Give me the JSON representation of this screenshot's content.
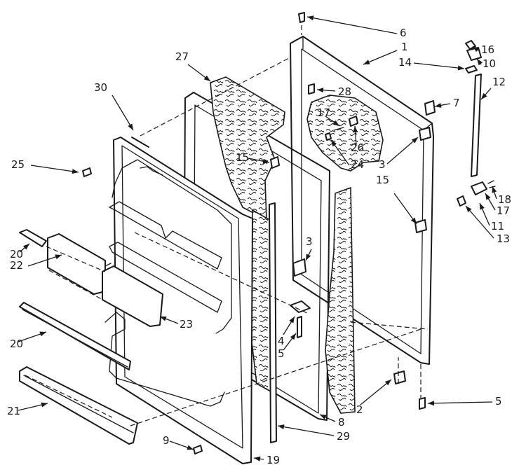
{
  "callouts": [
    {
      "id": "c1",
      "text": "1"
    },
    {
      "id": "c2",
      "text": "2"
    },
    {
      "id": "c3a",
      "text": "3"
    },
    {
      "id": "c3b",
      "text": "3"
    },
    {
      "id": "c4",
      "text": "4"
    },
    {
      "id": "c5a",
      "text": "5"
    },
    {
      "id": "c5b",
      "text": "5"
    },
    {
      "id": "c6",
      "text": "6"
    },
    {
      "id": "c7",
      "text": "7"
    },
    {
      "id": "c8",
      "text": "8"
    },
    {
      "id": "c9",
      "text": "9"
    },
    {
      "id": "c10",
      "text": "10"
    },
    {
      "id": "c11",
      "text": "11"
    },
    {
      "id": "c12",
      "text": "12"
    },
    {
      "id": "c13",
      "text": "13"
    },
    {
      "id": "c14",
      "text": "14"
    },
    {
      "id": "c15a",
      "text": "15"
    },
    {
      "id": "c15b",
      "text": "15"
    },
    {
      "id": "c16",
      "text": "16"
    },
    {
      "id": "c17a",
      "text": "17"
    },
    {
      "id": "c17b",
      "text": "17"
    },
    {
      "id": "c18",
      "text": "18"
    },
    {
      "id": "c19",
      "text": "19"
    },
    {
      "id": "c20a",
      "text": "20"
    },
    {
      "id": "c20b",
      "text": "20"
    },
    {
      "id": "c21",
      "text": "21"
    },
    {
      "id": "c22",
      "text": "22"
    },
    {
      "id": "c23",
      "text": "23"
    },
    {
      "id": "c24",
      "text": "24"
    },
    {
      "id": "c25",
      "text": "25"
    },
    {
      "id": "c26",
      "text": "26"
    },
    {
      "id": "c27",
      "text": "27"
    },
    {
      "id": "c28",
      "text": "28"
    },
    {
      "id": "c29",
      "text": "29"
    },
    {
      "id": "c30",
      "text": "30"
    }
  ]
}
